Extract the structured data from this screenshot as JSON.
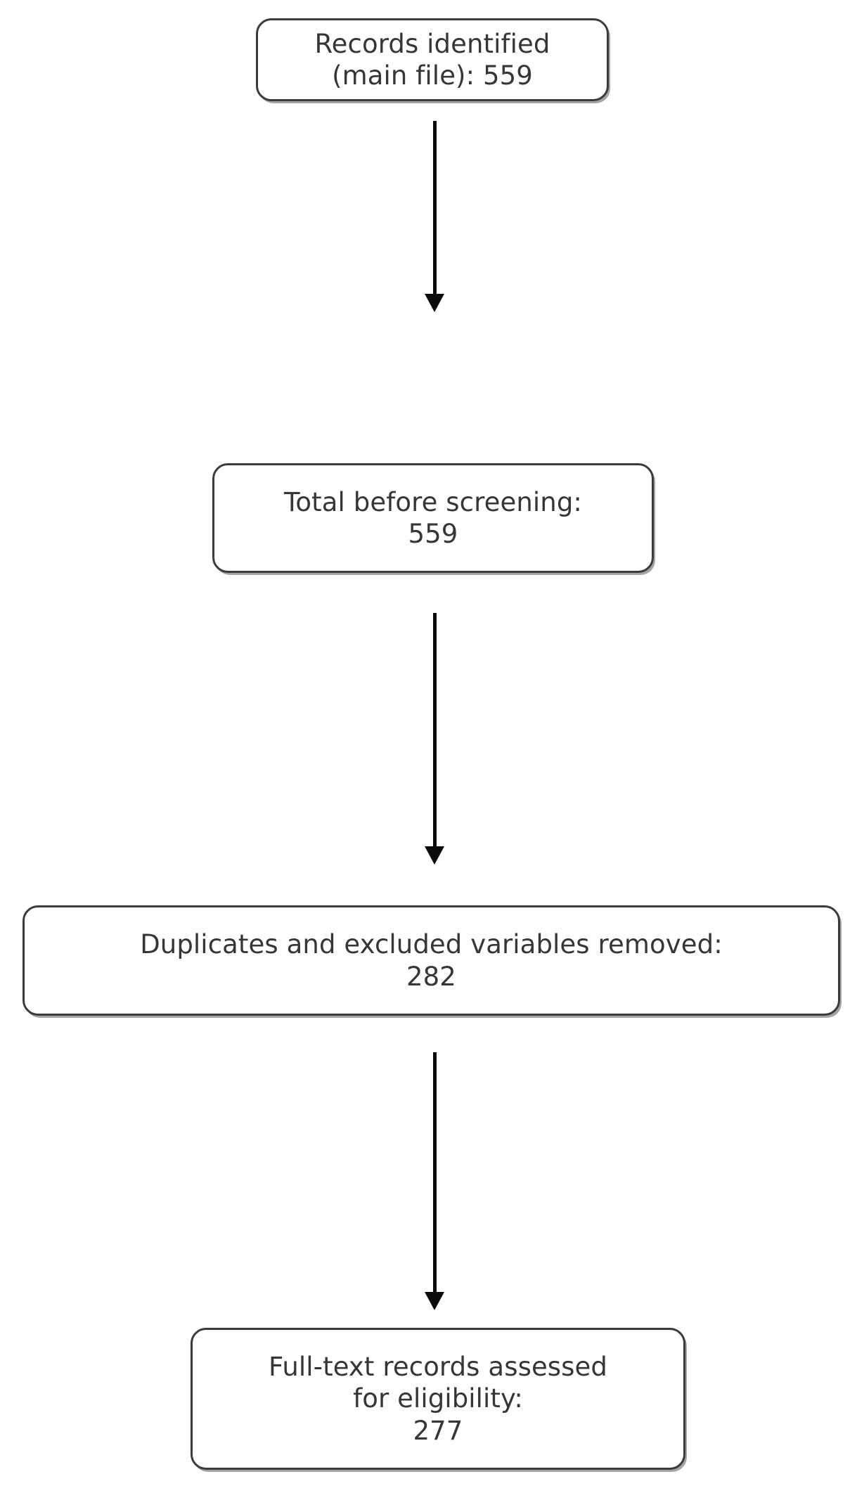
{
  "diagram": {
    "type": "prisma-flow-diagram",
    "orientation": "vertical",
    "background_color": "#ffffff",
    "box_border_color": "#3b3b3b",
    "box_fill_color": "#ffffff",
    "text_color": "#363636",
    "arrow_color": "#0b0b0b",
    "nodes": [
      {
        "id": "records-identified",
        "text": "Records identified\n(main file): 559",
        "label": "Records identified (main file)",
        "count": "559"
      },
      {
        "id": "total-before-screening",
        "text": "Total before screening:\n559",
        "label": "Total before screening:",
        "count": "559"
      },
      {
        "id": "duplicates-removed",
        "text": "Duplicates and excluded variables removed:\n282",
        "label": "Duplicates and excluded variables removed:",
        "count": "282"
      },
      {
        "id": "full-text-assessed",
        "text": "Full-text records assessed\nfor eligibility:\n277",
        "label": "Full-text records assessed for eligibility:",
        "count": "277"
      }
    ],
    "connectors": [
      {
        "id": "arrow-identified-to-total",
        "from": "records-identified",
        "to": "total-before-screening",
        "direction": "down"
      },
      {
        "id": "arrow-total-to-duplicates",
        "from": "total-before-screening",
        "to": "duplicates-removed",
        "direction": "down"
      },
      {
        "id": "arrow-duplicates-to-fulltext",
        "from": "duplicates-removed",
        "to": "full-text-assessed",
        "direction": "down"
      }
    ]
  }
}
